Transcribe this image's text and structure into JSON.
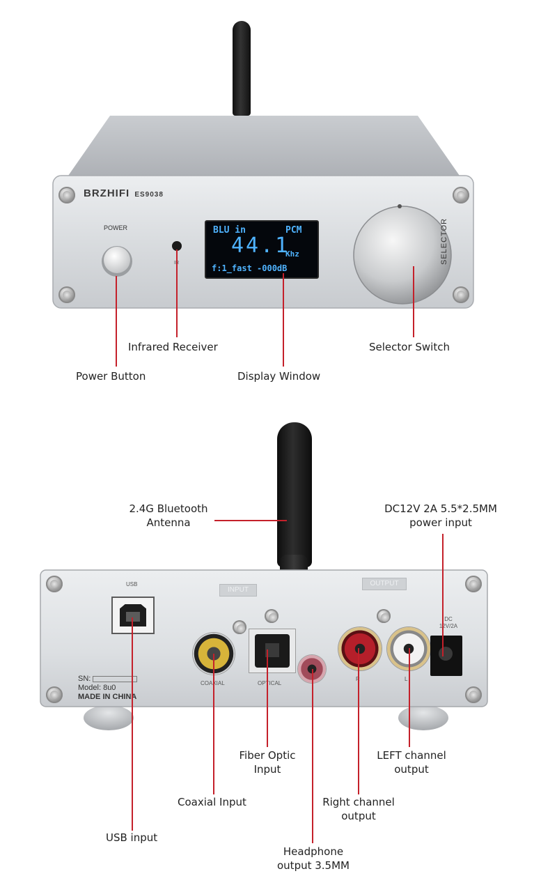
{
  "front": {
    "brand": "BRZHIFI",
    "model_badge": "ES9038",
    "power_label": "POWER",
    "ir_label": "IR",
    "selector_label": "SELECTOR",
    "display": {
      "line1_left": "BLU in",
      "line1_right": "PCM",
      "rate_big": "44.1",
      "rate_unit": "Khz",
      "line3": "f:1_fast -000dB"
    }
  },
  "front_callouts": {
    "infrared": "Infrared Receiver",
    "selector": "Selector Switch",
    "power": "Power Button",
    "display": "Display Window"
  },
  "rear": {
    "usb_label": "USB",
    "input_label": "INPUT",
    "output_label": "OUTPUT",
    "coaxial_label": "COAXIAL",
    "optical_label": "OPTICAL",
    "r_label": "R",
    "l_label": "L",
    "dc_label": "DC 12V/2A",
    "sn_label": "SN:",
    "model_line": "Model: 8u0",
    "made_in": "MADE IN CHINA"
  },
  "rear_callouts": {
    "antenna_line1": "2.4G Bluetooth",
    "antenna_line2": "Antenna",
    "power_line1": "DC12V 2A 5.5*2.5MM",
    "power_line2": "power input",
    "fiber_line1": "Fiber Optic",
    "fiber_line2": "Input",
    "left_line1": "LEFT channel",
    "left_line2": "output",
    "coaxial": "Coaxial Input",
    "right_line1": "Right channel",
    "right_line2": "output",
    "usb": "USB input",
    "headphone_line1": "Headphone",
    "headphone_line2": "output 3.5MM"
  }
}
